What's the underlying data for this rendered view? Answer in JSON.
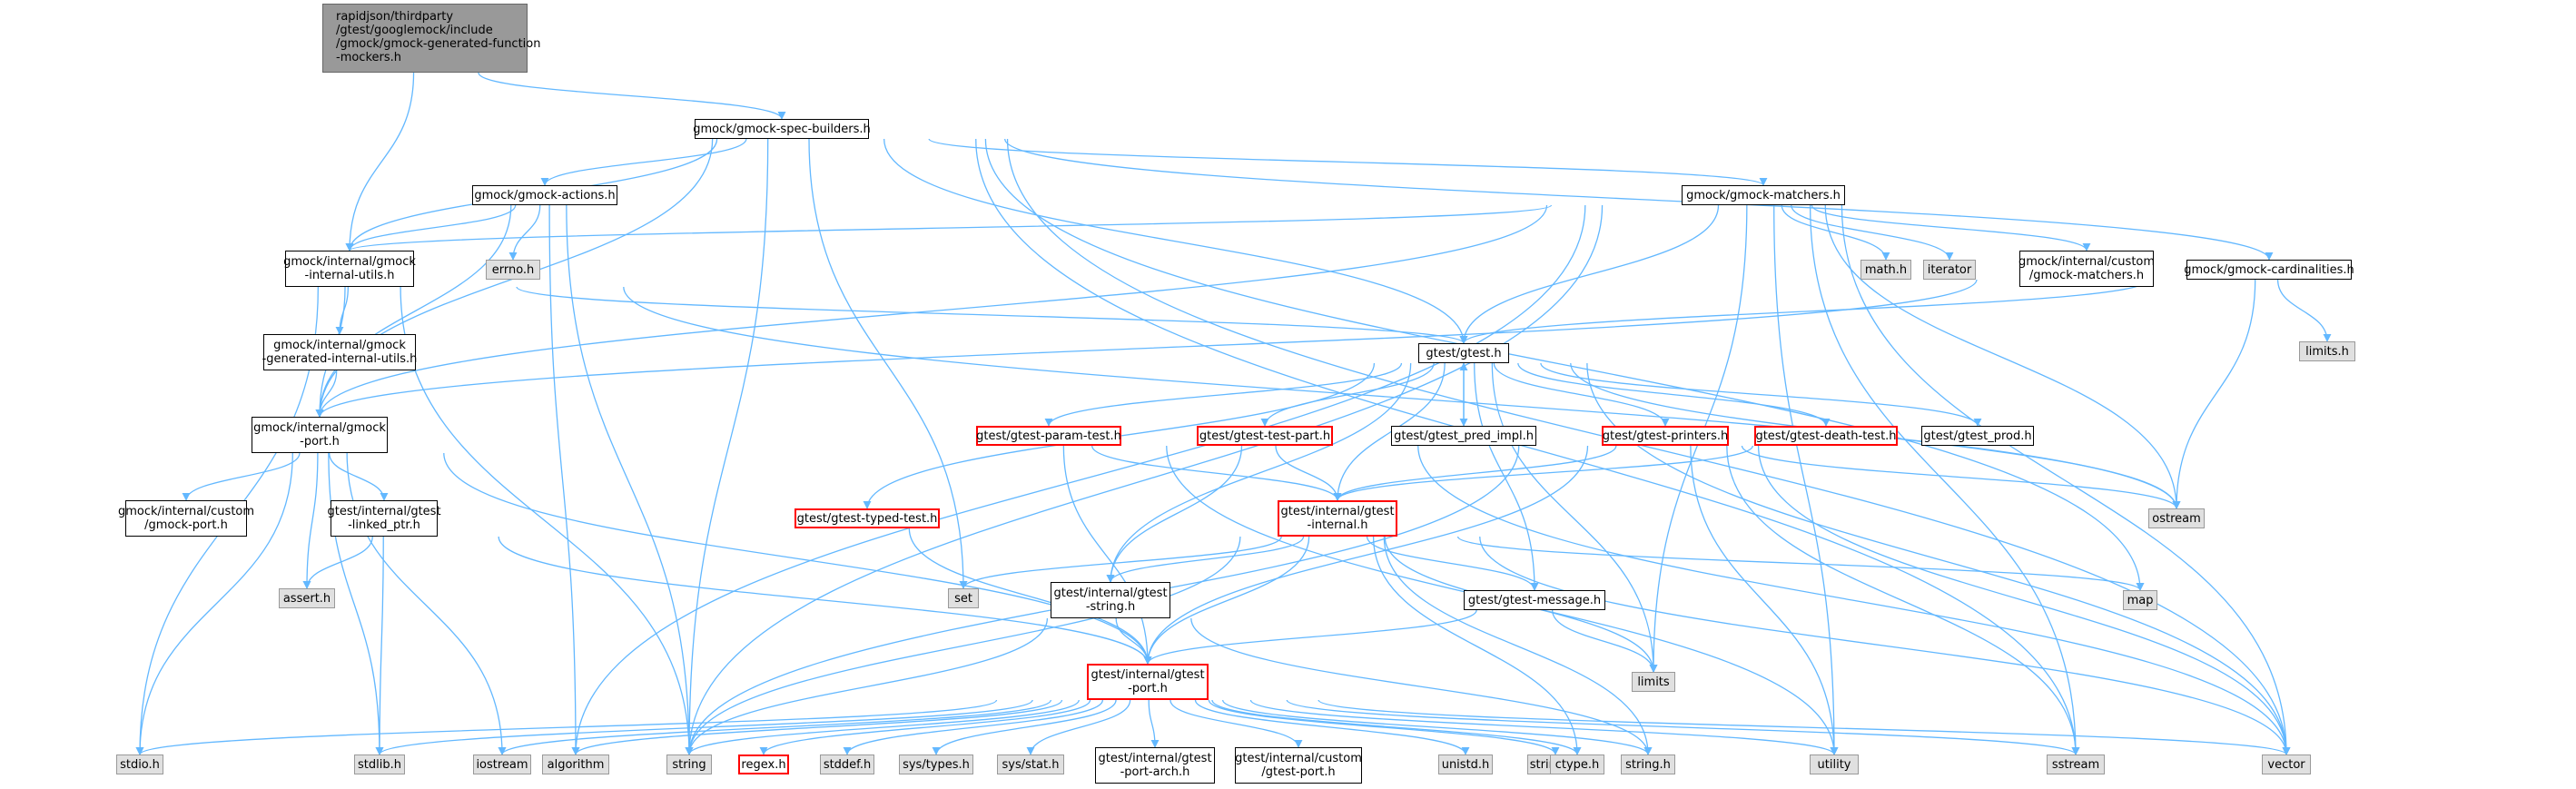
{
  "edge_color": "#63b8ff",
  "nodes": {
    "root": "rapidjson/thirdparty\n/gtest/googlemock/include\n/gmock/gmock-generated-function\n-mockers.h",
    "spec_builders": "gmock/gmock-spec-builders.h",
    "actions": "gmock/gmock-actions.h",
    "matchers": "gmock/gmock-matchers.h",
    "internal_utils": "gmock/internal/gmock\n-internal-utils.h",
    "errno": "errno.h",
    "math": "math.h",
    "iterator": "iterator",
    "custom_matchers": "gmock/internal/custom\n/gmock-matchers.h",
    "cardinalities": "gmock/gmock-cardinalities.h",
    "limits_h": "limits.h",
    "generated_internal_utils": "gmock/internal/gmock\n-generated-internal-utils.h",
    "gtest": "gtest/gtest.h",
    "gmock_port": "gmock/internal/gmock\n-port.h",
    "custom_gmock_port": "gmock/internal/custom\n/gmock-port.h",
    "linked_ptr": "gtest/internal/gtest\n-linked_ptr.h",
    "assert": "assert.h",
    "param_test": "gtest/gtest-param-test.h",
    "test_part": "gtest/gtest-test-part.h",
    "pred_impl": "gtest/gtest_pred_impl.h",
    "printers": "gtest/gtest-printers.h",
    "death_test": "gtest/gtest-death-test.h",
    "gtest_prod": "gtest/gtest_prod.h",
    "typed_test": "gtest/gtest-typed-test.h",
    "gtest_internal": "gtest/internal/gtest\n-internal.h",
    "ostream": "ostream",
    "set": "set",
    "gtest_string": "gtest/internal/gtest\n-string.h",
    "message": "gtest/gtest-message.h",
    "map": "map",
    "limits": "limits",
    "gtest_port": "gtest/internal/gtest\n-port.h",
    "stdio": "stdio.h",
    "stdlib": "stdlib.h",
    "iostream": "iostream",
    "algorithm": "algorithm",
    "string": "string",
    "regex": "regex.h",
    "stddef": "stddef.h",
    "sys_types": "sys/types.h",
    "sys_stat": "sys/stat.h",
    "port_arch": "gtest/internal/gtest\n-port-arch.h",
    "custom_gtest_port": "gtest/internal/custom\n/gtest-port.h",
    "unistd": "unistd.h",
    "strings": "strings.h",
    "ctype": "ctype.h",
    "string_h": "string.h",
    "utility": "utility",
    "sstream": "sstream",
    "vector": "vector"
  }
}
